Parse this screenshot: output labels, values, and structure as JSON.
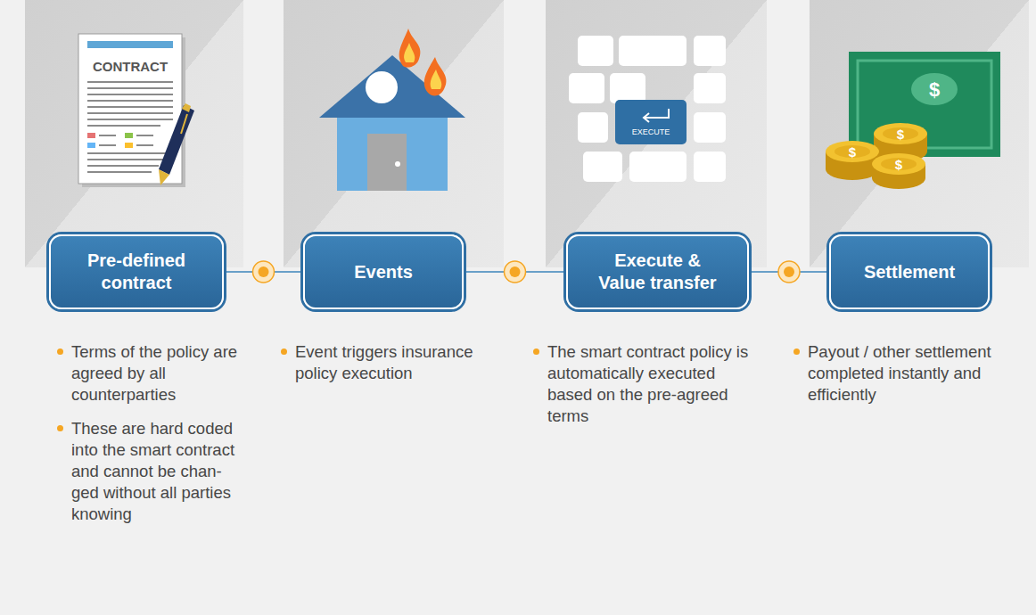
{
  "diagram": {
    "nodes": [
      {
        "text": [
          "Pre-defined contract"
        ]
      },
      {
        "text": [
          "Events"
        ]
      },
      {
        "text": [
          "Execute & Value transfer"
        ]
      },
      {
        "text": [
          "Settlement"
        ]
      }
    ],
    "edges": [
      {
        "from": 0,
        "to": 1,
        "arrow": "none"
      },
      {
        "from": 1,
        "to": 2,
        "arrow": "none"
      },
      {
        "from": 2,
        "to": 3,
        "arrow": "none"
      }
    ],
    "labels": [
      "CONTRACT",
      "EXECUTE",
      "$",
      "$",
      "$",
      "$",
      "Terms of the policy are agreed by all counterparties",
      "These are hard coded into the smart contract and cannot be chan-ged without all parties knowing",
      "Event triggers insurance policy execution",
      "The smart contract policy is automatically executed based on the pre-agreed terms",
      "Payout / other settlement completed instantly and efficiently"
    ]
  }
}
